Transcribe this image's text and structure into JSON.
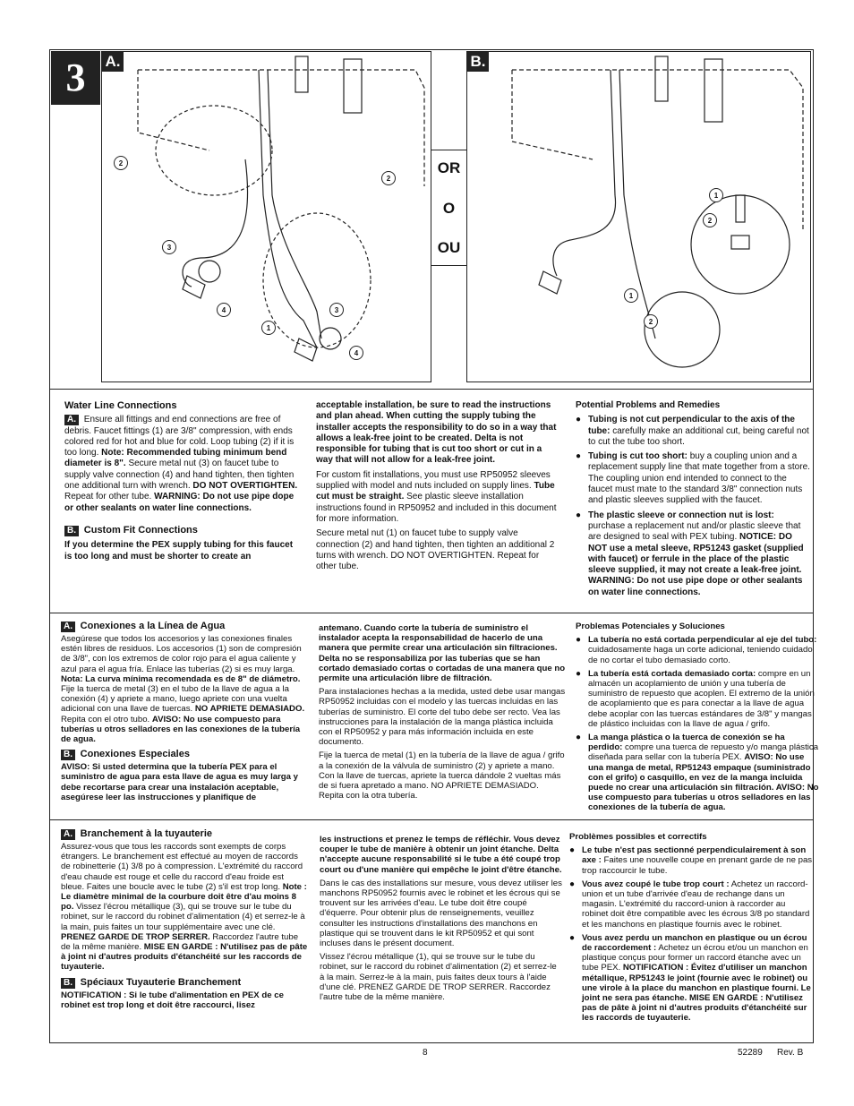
{
  "step": {
    "number": "3"
  },
  "figure": {
    "panel_a_label": "A.",
    "panel_b_label": "B.",
    "or_words": [
      "OR",
      "O",
      "OU"
    ],
    "callouts_a": [
      "2",
      "2",
      "3",
      "4",
      "1",
      "3",
      "4"
    ],
    "callouts_b": [
      "1",
      "2",
      "1",
      "2"
    ]
  },
  "english": {
    "col1": {
      "heading": "Water Line Connections",
      "a_badge": "A.",
      "a_text": "Ensure all fittings and end connections are free of debris. Faucet fittings (1) are 3/8\" compression, with ends colored red for hot and blue for cold. Loop tubing (2) if it is too long.",
      "a_note_bold": "Note: Recommended tubing minimum bend diameter is 8\".",
      "a_text2": "Secure metal nut (3) on faucet tube to supply valve connection (4) and hand tighten, then tighten one additional turn with wrench.",
      "a_caution": "DO NOT OVERTIGHTEN.",
      "a_text3": "Repeat for other tube.",
      "a_warning": "WARNING: Do not use pipe dope or other sealants on water line connections.",
      "b_badge": "B.",
      "b_heading": "Custom Fit Connections",
      "b_text": "If you determine the PEX supply tubing for this faucet is too long and must be shorter to create an"
    },
    "col2": {
      "p1": "acceptable installation, be sure to read the instructions and plan ahead. When cutting the supply tubing the installer accepts the responsibility to do so in a way that allows a leak-free joint to be created. Delta is not responsible for tubing that is cut too short or cut in a way that will not allow for a leak-free joint.",
      "p2a": "For custom fit installations, you must use RP50952 sleeves supplied with model and nuts included on supply lines.",
      "p2b": "Tube cut must be straight.",
      "p2c": "See plastic sleeve installation instructions found in RP50952 and included in this document for more information.",
      "p3": "Secure metal nut (1) on faucet tube to supply valve connection (2) and hand tighten, then tighten an additional 2 turns with wrench. DO NOT OVERTIGHTEN. Repeat for other tube."
    },
    "col3": {
      "heading": "Potential Problems and Remedies",
      "items": [
        {
          "bold": "Tubing is not cut perpendicular to the axis of the tube:",
          "text": "carefully make an additional cut, being careful not to cut the tube too short."
        },
        {
          "bold": "Tubing is cut too short:",
          "text": "buy a coupling union and a replacement supply line that mate together from a store. The coupling union end intended to connect to the faucet must mate to the standard 3/8\" connection nuts and plastic sleeves supplied with the faucet."
        },
        {
          "bold": "The plastic sleeve or connection nut is lost:",
          "text": "purchase a replacement nut and/or plastic sleeve that are designed to seal with PEX tubing.",
          "bold2": "NOTICE: DO NOT use a metal sleeve, RP51243 gasket (supplied with faucet) or ferrule in the place of the plastic sleeve supplied, it may not create a leak-free joint. WARNING: Do not use pipe dope or other sealants on water line connections."
        }
      ]
    }
  },
  "spanish": {
    "col1": {
      "a_badge": "A.",
      "heading": "Conexiones a la Línea de Agua",
      "text1": "Asegúrese que todos los accesorios y las conexiones finales estén libres de residuos. Los accesorios (1) son de compresión de 3/8\", con los extremos de color rojo para el agua caliente y azul para el agua fría. Enlace las tuberías (2) si es muy larga.",
      "note": "Nota: La curva mínima recomendada es de 8\" de diámetro.",
      "text2": "Fije la tuerca de metal (3) en el tubo de la llave de agua a la conexión (4) y apriete a mano, luego apriete con una vuelta adicional con una llave de tuercas.",
      "caution": "NO APRIETE DEMASIADO.",
      "text3": "Repita con el otro tubo.",
      "warning": "AVISO: No use compuesto para tuberías u otros selladores en las conexiones de la tubería de agua.",
      "b_badge": "B.",
      "b_heading": "Conexiones Especiales",
      "b_text": "AVISO: Si usted determina que la tubería PEX para el suministro de agua para esta llave de agua es muy larga y debe recortarse para crear una instalación aceptable, asegúrese leer las instrucciones y planifique de"
    },
    "col2": {
      "p1": "antemano. Cuando corte la tubería de suministro el instalador acepta la responsabilidad de hacerlo de una manera que permite crear una articulación sin filtraciones. Delta no se responsabiliza por las tuberías que se han cortado demasiado cortas o cortadas de una manera que no permite una articulación libre de filtración.",
      "p2": "Para instalaciones hechas a la medida, usted debe usar mangas RP50952 incluidas con el modelo y las tuercas incluidas en las tuberías de suministro. El corte del tubo debe ser recto. Vea las instrucciones para la instalación de la manga plástica incluida con el RP50952 y para más información incluida en este documento.",
      "p3": "Fije la tuerca de metal (1) en la tubería de la llave de agua / grifo a la conexión de la válvula de suministro (2) y apriete a mano. Con la llave de tuercas, apriete la tuerca dándole 2 vueltas más de si fuera apretado a mano. NO APRIETE DEMASIADO. Repita con la otra tubería."
    },
    "col3": {
      "heading": "Problemas Potenciales y Soluciones",
      "items": [
        {
          "bold": "La tubería no está cortada perpendicular al eje del tubo:",
          "text": "cuidadosamente haga un corte adicional, teniendo cuidado de no cortar el tubo demasiado corto."
        },
        {
          "bold": "La tubería está cortada demasiado corta:",
          "text": "compre en un almacén un acoplamiento de unión y una tubería de suministro de repuesto que acoplen. El extremo de la unión de acoplamiento que es para conectar a la llave de agua debe acoplar con las tuercas estándares de 3/8\" y mangas de plástico incluidas con la llave de agua / grifo."
        },
        {
          "bold": "La manga plástica o la tuerca de conexión se ha perdido:",
          "text": "compre una tuerca de repuesto y/o manga plástica diseñada para sellar con la tubería PEX.",
          "bold2": "AVISO: No use una manga de metal, RP51243 empaque (suministrado con el grifo) o casquillo, en vez de la manga incluida puede no crear una articulación sin filtración. AVISO: No use compuesto para tuberías u otros selladores en las conexiones de la tubería de agua."
        }
      ]
    }
  },
  "french": {
    "col1": {
      "a_badge": "A.",
      "heading": "Branchement à la tuyauterie",
      "text1": "Assurez-vous que tous les raccords sont exempts de corps étrangers. Le branchement est effectué au moyen de raccords de robinetterie (1) 3/8 po à compression. L'extrémité du raccord d'eau chaude est rouge et celle du raccord d'eau froide est bleue. Faites une boucle avec le tube (2) s'il est trop long.",
      "note": "Note : Le diamètre minimal de la courbure doit être d'au moins 8 po.",
      "text2": "Vissez l'écrou métallique (3), qui se trouve sur le tube du robinet, sur le raccord du robinet d'alimentation (4) et serrez-le à la main, puis faites un tour supplémentaire avec une clé.",
      "caution": "PRENEZ GARDE DE TROP SERRER.",
      "text3": "Raccordez l'autre tube de la même manière.",
      "warning": "MISE EN GARDE : N'utilisez pas de pâte à joint ni d'autres produits d'étanchéité sur les raccords de tuyauterie.",
      "b_badge": "B.",
      "b_heading": "Spéciaux Tuyauterie Branchement",
      "b_text": "NOTIFICATION : Si le tube d'alimentation en PEX de ce robinet est trop long et doit être raccourci, lisez"
    },
    "col2": {
      "p1": "les instructions et prenez le temps de réfléchir. Vous devez couper le tube de manière à obtenir un joint étanche. Delta n'accepte aucune responsabilité si le tube a été coupé trop court ou d'une manière qui empêche le joint d'être étanche.",
      "p2": "Dans le cas des installations sur mesure, vous devez utiliser les manchons RP50952 fournis avec le robinet et les écrous qui se trouvent sur les arrivées d'eau. Le tube doit être coupé d'équerre. Pour obtenir plus de renseignements, veuillez consulter les instructions d'installations des manchons en plastique qui se trouvent dans le kit RP50952 et qui sont incluses dans le présent document.",
      "p3": "Vissez l'écrou métallique (1), qui se trouve sur le tube du robinet, sur le raccord du robinet d'alimentation (2) et serrez-le à la main. Serrez-le à la main, puis faites deux tours à l'aide d'une clé. PRENEZ GARDE DE TROP SERRER. Raccordez l'autre tube de la même manière."
    },
    "col3": {
      "heading": "Problèmes possibles et correctifs",
      "items": [
        {
          "bold": "Le tube n'est pas sectionné perpendiculairement à son axe :",
          "text": "Faites une nouvelle coupe en prenant garde de ne pas trop raccourcir le tube."
        },
        {
          "bold": "Vous avez coupé le tube trop court :",
          "text": "Achetez un raccord-union et un tube d'arrivée d'eau de rechange dans un magasin. L'extrémité du raccord-union à raccorder au robinet doit être compatible avec les écrous 3/8 po standard et les manchons en plastique fournis avec le robinet."
        },
        {
          "bold": "Vous avez perdu un manchon en plastique ou un écrou de raccordement :",
          "text": "Achetez un écrou et/ou un manchon en plastique conçus pour former un raccord étanche avec un tube PEX.",
          "bold2": "NOTIFICATION : Évitez d'utiliser un manchon métallique, RP51243 le joint (fournie avec le robinet) ou une virole à la place du manchon en plastique fourni. Le joint ne sera pas étanche. MISE EN GARDE : N'utilisez pas de pâte à joint ni d'autres produits d'étanchéité sur les raccords de tuyauterie."
        }
      ]
    }
  },
  "footer": {
    "page": "8",
    "doc": "52289",
    "rev": "Rev. B"
  }
}
